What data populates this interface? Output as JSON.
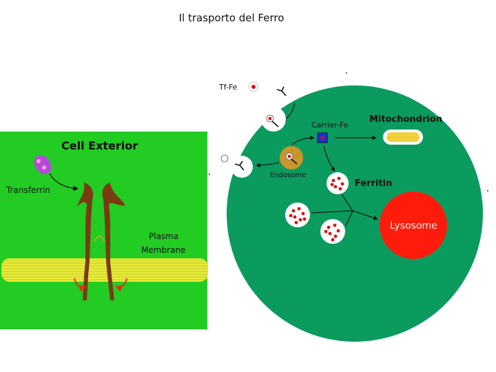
{
  "slide": {
    "title": "Il trasporto del Ferro"
  },
  "left_panel": {
    "cell_exterior": "Cell Exterior",
    "transferrin": "Transferrin",
    "plasma": "Plasma",
    "membrane": "Membrane"
  },
  "right_panel": {
    "tf_fe": "Tf-Fe",
    "carrier_fe": "Carrier-Fe",
    "mitochondrion": "Mitochondrion",
    "endosome": "Endosome",
    "ferritin": "Ferritin",
    "lysosome": "Lysosome"
  },
  "colors": {
    "cell_exterior_bg": "#22cc22",
    "cell_body": "#0c9b5e",
    "membrane_band": "#e6ea37",
    "receptor": "#7a3b12",
    "lysosome": "#ff1c0c",
    "iron_dot": "#e01010",
    "carrier_box": "#1b2fd9",
    "endosome": "#c8962a",
    "mitochondrion": "#f2d23c",
    "transferrin": "#b44bd8"
  }
}
